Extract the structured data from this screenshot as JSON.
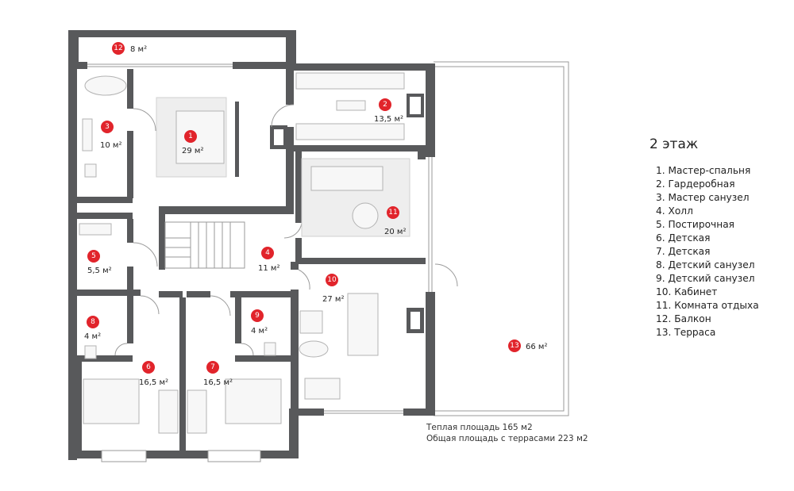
{
  "title": "2 этаж",
  "legend": [
    "1. Мастер-спальня",
    "2. Гардеробная",
    "3. Мастер санузел",
    "4. Холл",
    "5. Постирочная",
    "6. Детская",
    "7. Детская",
    "8. Детский санузел",
    "9. Детский санузел",
    "10. Кабинет",
    "11. Комната отдыха",
    "12. Балкон",
    "13. Терраса"
  ],
  "rooms": [
    {
      "num": "1",
      "area": "29 м²"
    },
    {
      "num": "2",
      "area": "13,5 м²"
    },
    {
      "num": "3",
      "area": "10 м²"
    },
    {
      "num": "4",
      "area": "11 м²"
    },
    {
      "num": "5",
      "area": "5,5 м²"
    },
    {
      "num": "6",
      "area": "16,5 м²"
    },
    {
      "num": "7",
      "area": "16,5 м²"
    },
    {
      "num": "8",
      "area": "4 м²"
    },
    {
      "num": "9",
      "area": "4 м²"
    },
    {
      "num": "10",
      "area": "27 м²"
    },
    {
      "num": "11",
      "area": "20 м²"
    },
    {
      "num": "12",
      "area": "8 м²"
    },
    {
      "num": "13",
      "area": "66 м²"
    }
  ],
  "totals": {
    "warm": "Теплая площадь 165 м2",
    "total": "Общая площадь с террасами 223 м2"
  },
  "colors": {
    "wall": "#58595b",
    "badge": "#e1242b"
  }
}
